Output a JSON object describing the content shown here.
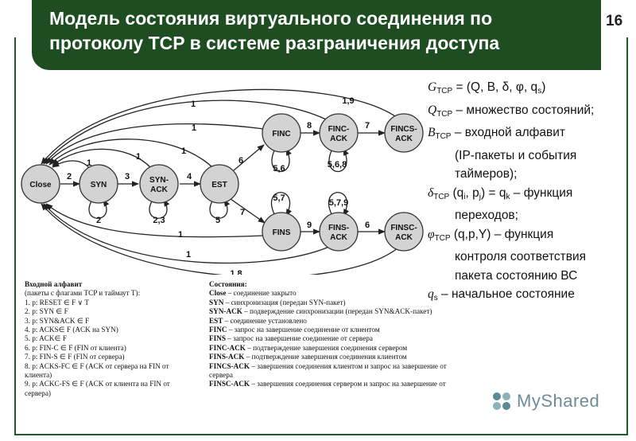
{
  "slide": {
    "title": "Модель состояния виртуального соединения по протоколу TCP в системе разграничения доступа",
    "page_number": "16",
    "watermark": "MyShared"
  },
  "diagram": {
    "nodes": [
      {
        "id": "close",
        "label": [
          "Close"
        ]
      },
      {
        "id": "syn",
        "label": [
          "SYN"
        ]
      },
      {
        "id": "synack",
        "label": [
          "SYN-",
          "ACK"
        ]
      },
      {
        "id": "est",
        "label": [
          "EST"
        ]
      },
      {
        "id": "finc",
        "label": [
          "FINC"
        ]
      },
      {
        "id": "fincack",
        "label": [
          "FINC-",
          "ACK"
        ]
      },
      {
        "id": "fincsack",
        "label": [
          "FINCS-",
          "ACK"
        ]
      },
      {
        "id": "fins",
        "label": [
          "FINS"
        ]
      },
      {
        "id": "finsack",
        "label": [
          "FINS-",
          "ACK"
        ]
      },
      {
        "id": "finscack",
        "label": [
          "FINSC-",
          "ACK"
        ]
      }
    ],
    "edge_labels": [
      "2",
      "3",
      "4",
      "6",
      "7",
      "8",
      "7",
      "9",
      "6",
      "2",
      "2,3",
      "5",
      "5,6",
      "5,6,8",
      "5,7",
      "5,7,9",
      "1",
      "1",
      "1",
      "1",
      "1",
      "1,9",
      "1",
      "1",
      "1,8"
    ]
  },
  "description": {
    "lines": [
      {
        "sym": "G",
        "sub": "TCP",
        "text": " = (Q, B, δ, φ, q",
        "sub2": "s",
        "end": ")"
      },
      {
        "sym": "Q",
        "sub": "TCP",
        "text": " – множество состояний;"
      },
      {
        "sym": "B",
        "sub": "TCP",
        "text": " – входной алфавит"
      },
      {
        "text": "(IP-пакеты и события",
        "indent": true
      },
      {
        "text": "таймеров);",
        "indent": true
      },
      {
        "sym": "δ",
        "sub": "TCP",
        "text": " (q",
        "sub2": "i",
        "mid": ", p",
        "sub3": "j",
        "end": ") = q",
        "sub4": "k",
        "tail": " – функция"
      },
      {
        "text": "переходов;",
        "indent": true
      },
      {
        "sym": "φ",
        "sub": "TCP",
        "text": " (q,p,Y) – функция"
      },
      {
        "text": "контроля  соответствия",
        "indent": true
      },
      {
        "text": "пакета состоянию ВС",
        "indent": true
      },
      {
        "sym": "q",
        "sub": "s",
        "text": " – начальное состояние"
      }
    ]
  },
  "input_alphabet": {
    "header": "Входной алфавит",
    "subheader": "(пакеты с флагами TCP и таймаут T):",
    "items": [
      "1. p: RESET ∈ F ∨ T",
      "2. p: SYN ∈ F",
      "3. p: SYN&ACK ∈ F",
      "4. p: ACKS∈ F (ACK на SYN)",
      "5. p: ACK∈ F",
      "6. p: FIN-C ∈ F (FIN от клиента)",
      "7. p: FIN-S ∈ F (FIN от сервера)",
      "8. p: ACKS-FC ∈ F (ACK от сервера на FIN от",
      "клиента)",
      "9. p: ACKC-FS ∈ F (ACK от клиента на FIN от",
      "сервера)"
    ]
  },
  "states": {
    "header": "Состояния:",
    "items": [
      {
        "name": "Close",
        "desc": " – соединение закрыто"
      },
      {
        "name": "SYN",
        "desc": " – синхронизация (передан SYN-пакет)"
      },
      {
        "name": "SYN-ACK",
        "desc": " – подверждение синхронизации (передан SYN&ACK-пакет)"
      },
      {
        "name": "EST",
        "desc": " – соединение установлено"
      },
      {
        "name": "FINC",
        "desc": " – запрос на завершение соединение от клиентом"
      },
      {
        "name": "FINS",
        "desc": " – запрос на завершение соединение от сервера"
      },
      {
        "name": "FINC-ACK",
        "desc": " – подтверждение завершения соединения сервером"
      },
      {
        "name": "FINS-ACK",
        "desc": " – подтверждение завершения соединения клиентом"
      },
      {
        "name": "FINCS-ACK",
        "desc": " – завершения соединения клиентом и запрос на завершение от"
      },
      {
        "name": "",
        "desc": "сервера"
      },
      {
        "name": "FINSC-ACK",
        "desc": " – завершения соединения сервером и запрос на завершение от"
      }
    ]
  },
  "colors": {
    "title_bg": "#1d4d20",
    "title_text": "#ffffff",
    "node_fill": "#d3d3d3"
  }
}
